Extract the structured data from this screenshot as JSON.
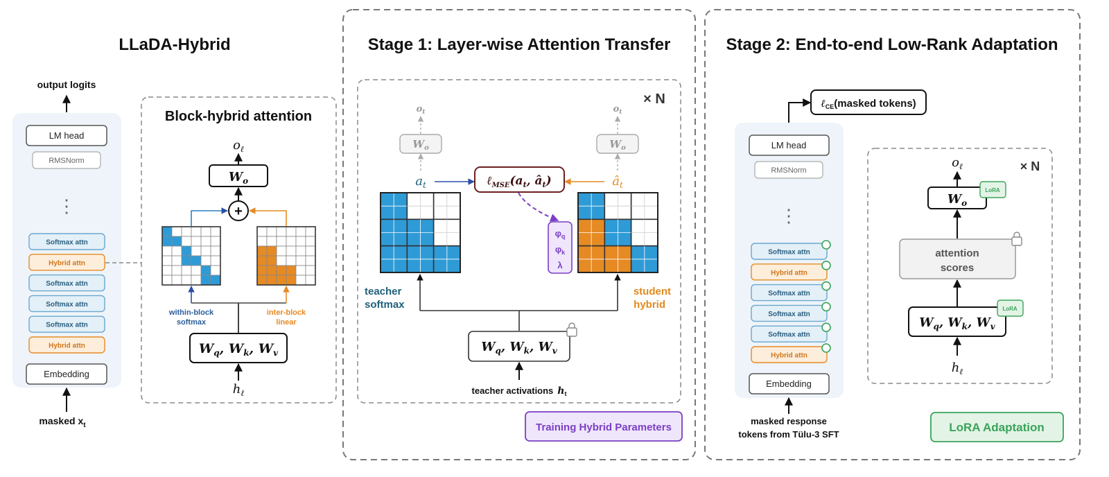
{
  "panels": {
    "hybrid": {
      "title": "LLaDA-Hybrid",
      "output_label": "output logits",
      "input_label": "masked x",
      "input_sub": "t",
      "stack": {
        "lm_head": "LM head",
        "norm": "RMSNorm",
        "ellipsis": "⋮",
        "layers": [
          "Softmax attn",
          "Hybrid attn",
          "Softmax attn",
          "Softmax attn",
          "Softmax attn",
          "Hybrid attn"
        ],
        "embedding": "Embedding"
      },
      "block": {
        "title": "Block-hybrid attention",
        "wo": "W",
        "wo_sub": "o",
        "out": "o",
        "out_sub": "ℓ",
        "plus": "+",
        "softmax_label_1": "within-block",
        "softmax_label_2": "softmax",
        "linear_label_1": "inter-block",
        "linear_label_2": "linear",
        "qkv": [
          "W",
          "q",
          "W",
          "k",
          "W",
          "v"
        ],
        "in": "h",
        "in_sub": "ℓ"
      }
    },
    "stage1": {
      "title": "Stage 1: Layer-wise Attention Transfer",
      "repeat": "× N",
      "out": "o",
      "out_sub": "t",
      "wo": "W",
      "wo_sub": "o",
      "teacher_attn": "a",
      "teacher_attn_sub": "t",
      "student_attn": "â",
      "student_attn_sub": "t",
      "loss": "ℓ",
      "loss_sub": "MSE",
      "loss_args": "(a",
      "loss_args_sub1": "t",
      "loss_args_mid": ", â",
      "loss_args_sub2": "t",
      "loss_args_end": ")",
      "params": [
        "φ",
        "q",
        "φ",
        "k",
        "λ"
      ],
      "teacher_label_1": "teacher",
      "teacher_label_2": "softmax",
      "student_label_1": "student",
      "student_label_2": "hybrid",
      "qkv": [
        "W",
        "q",
        "W",
        "k",
        "W",
        "v"
      ],
      "input_label": "teacher activations",
      "input_var": "h",
      "input_var_sub": "t",
      "badge": "Training Hybrid Parameters"
    },
    "stage2": {
      "title": "Stage 2: End-to-end Low-Rank Adaptation",
      "loss": "ℓ",
      "loss_sub": "CE",
      "loss_text": "(masked tokens)",
      "stack": {
        "lm_head": "LM head",
        "norm": "RMSNorm",
        "ellipsis": "⋮",
        "layers": [
          "Softmax attn",
          "Hybrid attn",
          "Softmax attn",
          "Softmax attn",
          "Softmax attn",
          "Hybrid attn"
        ],
        "embedding": "Embedding"
      },
      "input_label_1": "masked response",
      "input_label_2": "tokens from Tülu-3 SFT",
      "block": {
        "repeat": "× N",
        "out": "o",
        "out_sub": "ℓ",
        "wo": "W",
        "wo_sub": "o",
        "lora": "LoRA",
        "scores_1": "attention",
        "scores_2": "scores",
        "qkv": [
          "W",
          "q",
          "W",
          "k",
          "W",
          "v"
        ],
        "in": "h",
        "in_sub": "ℓ"
      },
      "badge": "LoRA Adaptation"
    }
  },
  "colors": {
    "softmax_blue": "#2f9bd6",
    "hybrid_orange": "#e68a24",
    "purple": "#7b3fc4",
    "green": "#3aa35a",
    "teacher_text": "#1f5f7a",
    "student_text": "#e08a1e",
    "loss_border": "#6b1f1f",
    "arrow_blue": "#2b4fa8"
  }
}
